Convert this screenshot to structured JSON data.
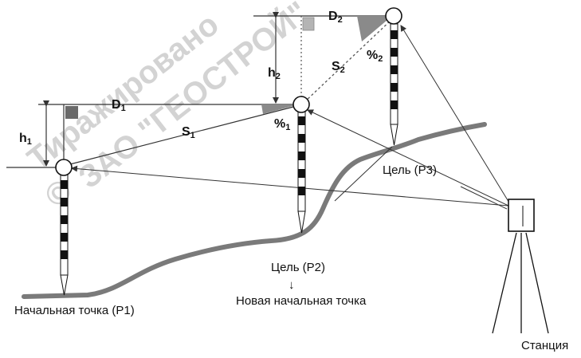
{
  "colors": {
    "ground": "#7a7a7a",
    "line": "#333333",
    "watermark": "#cfcfcf",
    "angle_fill": "#8a8a8a",
    "marker_dark": "#6a6a6a",
    "marker_light": "#b4b4b4"
  },
  "watermark": {
    "line1": "Тиражировано",
    "line2": "ЗАО \"ГЕОСТРОЙ\"",
    "line3": "©"
  },
  "labels": {
    "d1": "D",
    "d1_sub": "1",
    "d2": "D",
    "d2_sub": "2",
    "h1": "h",
    "h1_sub": "1",
    "h2": "h",
    "h2_sub": "2",
    "s1": "S",
    "s1_sub": "1",
    "s2": "S",
    "s2_sub": "2",
    "pct1": "%",
    "pct1_sub": "1",
    "pct2": "%",
    "pct2_sub": "2",
    "target_p3": "Цель (P3)",
    "target_p2": "Цель (P2)",
    "arrow_down": "↓",
    "new_start": "Новая начальная точка",
    "start_p1": "Начальная точка (P1)",
    "station": "Станция"
  }
}
